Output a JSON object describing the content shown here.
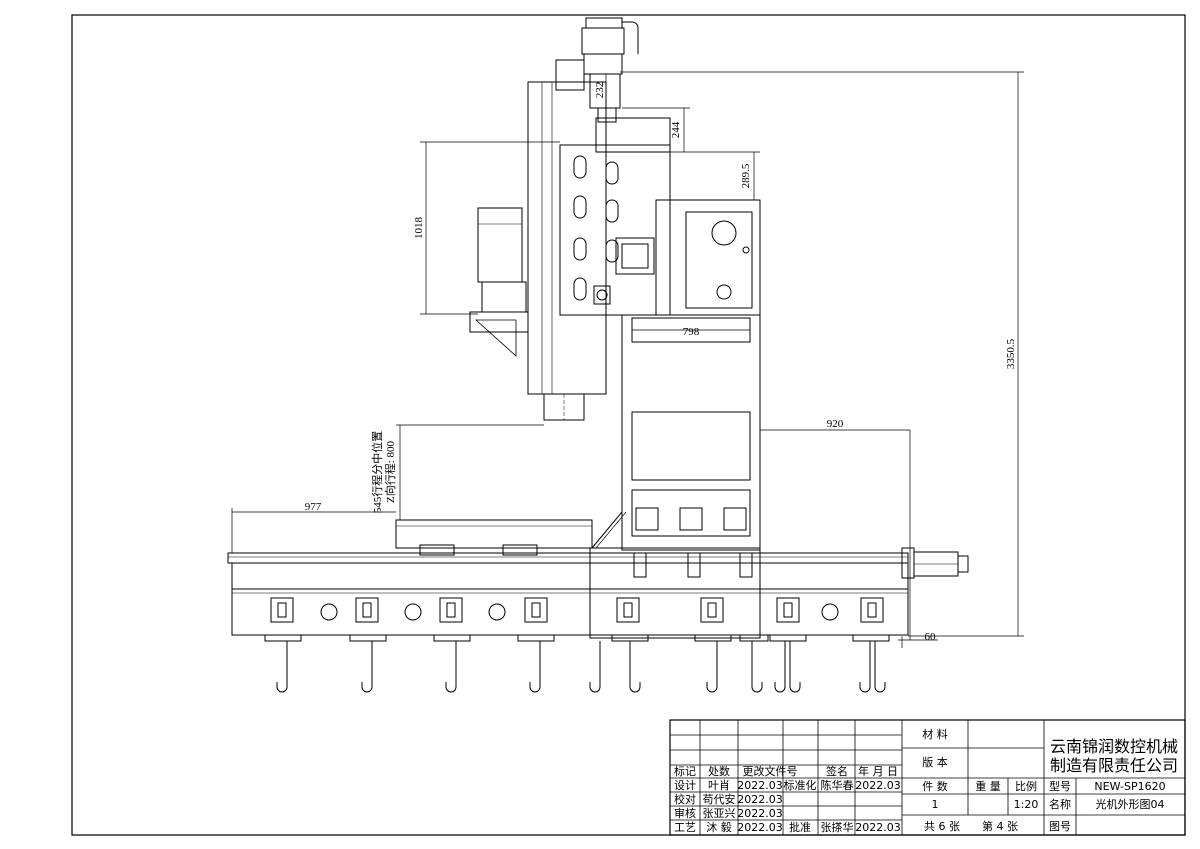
{
  "dimensions": {
    "d232": "232",
    "d244": "244",
    "d289": "289.5",
    "d1018": "1018",
    "d798": "798",
    "d3350": "3350.5",
    "d920": "920",
    "d977": "977",
    "d60": "60",
    "z_note_1": "545行程分中位置",
    "z_note_2": "Z向行程: 800"
  },
  "title_block": {
    "material_label": "材 料",
    "version_label": "版 本",
    "company_line1": "云南锦润数控机械",
    "company_line2": "制造有限责任公司",
    "headers": {
      "mark": "标记",
      "count": "处数",
      "change_doc": "更改文件号",
      "sign": "签名",
      "date": "年 月 日",
      "pieces": "件 数",
      "weight": "重 量",
      "scale": "比例",
      "model": "型号",
      "name": "名称",
      "drawing_no": "图号"
    },
    "rows": {
      "design_label": "设计",
      "design_name": "叶肖",
      "design_date": "2022.03",
      "std_label": "标准化",
      "std_name": "陈华春",
      "std_date": "2022.03",
      "check_label": "校对",
      "check_name": "苟代安",
      "check_date": "2022.03",
      "review_label": "审核",
      "review_name": "张亚兴",
      "review_date": "2022.03",
      "process_label": "工艺",
      "process_name": "沐 毅",
      "process_date": "2022.03",
      "approve_label": "批准",
      "approve_name": "张搽华",
      "approve_date": "2022.03"
    },
    "pieces_value": "1",
    "scale_value": "1:20",
    "model_value": "NEW-SP1620",
    "name_value": "光机外形图04",
    "sheets": "共 6 张",
    "sheet_no": "第 4 张"
  }
}
